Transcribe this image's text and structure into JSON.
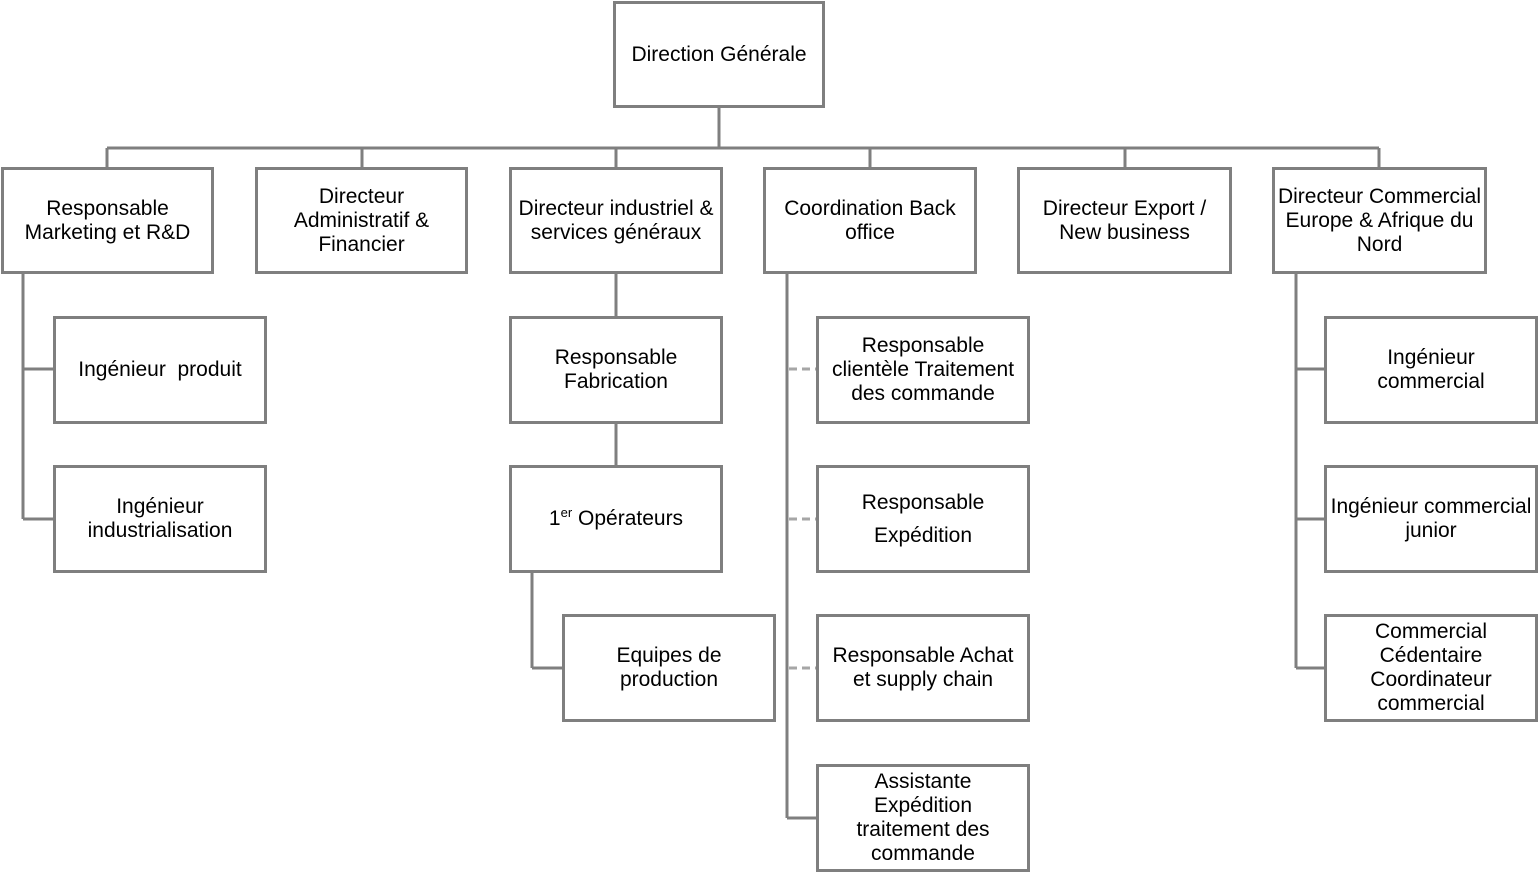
{
  "diagram": {
    "line_color": "#7f7f7f",
    "dashed_color": "#a6a6a6",
    "root": {
      "label": "Direction Générale"
    },
    "level1": [
      {
        "label": "Responsable Marketing et R&D"
      },
      {
        "label": "Directeur Administratif & Financier"
      },
      {
        "label": "Directeur industriel & services généraux"
      },
      {
        "label": "Coordination Back office"
      },
      {
        "label": "Directeur Export / New business"
      },
      {
        "label": "Directeur Commercial Europe & Afrique du Nord"
      }
    ],
    "marketing_children": [
      {
        "label": "Ingénieur  produit"
      },
      {
        "label": "Ingénieur industrialisation"
      }
    ],
    "industrial_chain": {
      "fabrication": "Responsable Fabrication",
      "operators_prefix": "1",
      "operators_sup": "er",
      "operators_suffix": " Opérateurs",
      "teams": "Equipes de production"
    },
    "backoffice_children": [
      {
        "label": "Responsable clientèle Traitement des commande"
      },
      {
        "label_line1": "Responsable",
        "label_line2": "Expédition"
      },
      {
        "label": "Responsable Achat et supply  chain"
      },
      {
        "label": "Assistante Expédition traitement des commande"
      }
    ],
    "commercial_children": [
      {
        "label": "Ingénieur commercial"
      },
      {
        "label": "Ingénieur commercial junior"
      },
      {
        "label": "Commercial Cédentaire Coordinateur commercial"
      }
    ]
  }
}
